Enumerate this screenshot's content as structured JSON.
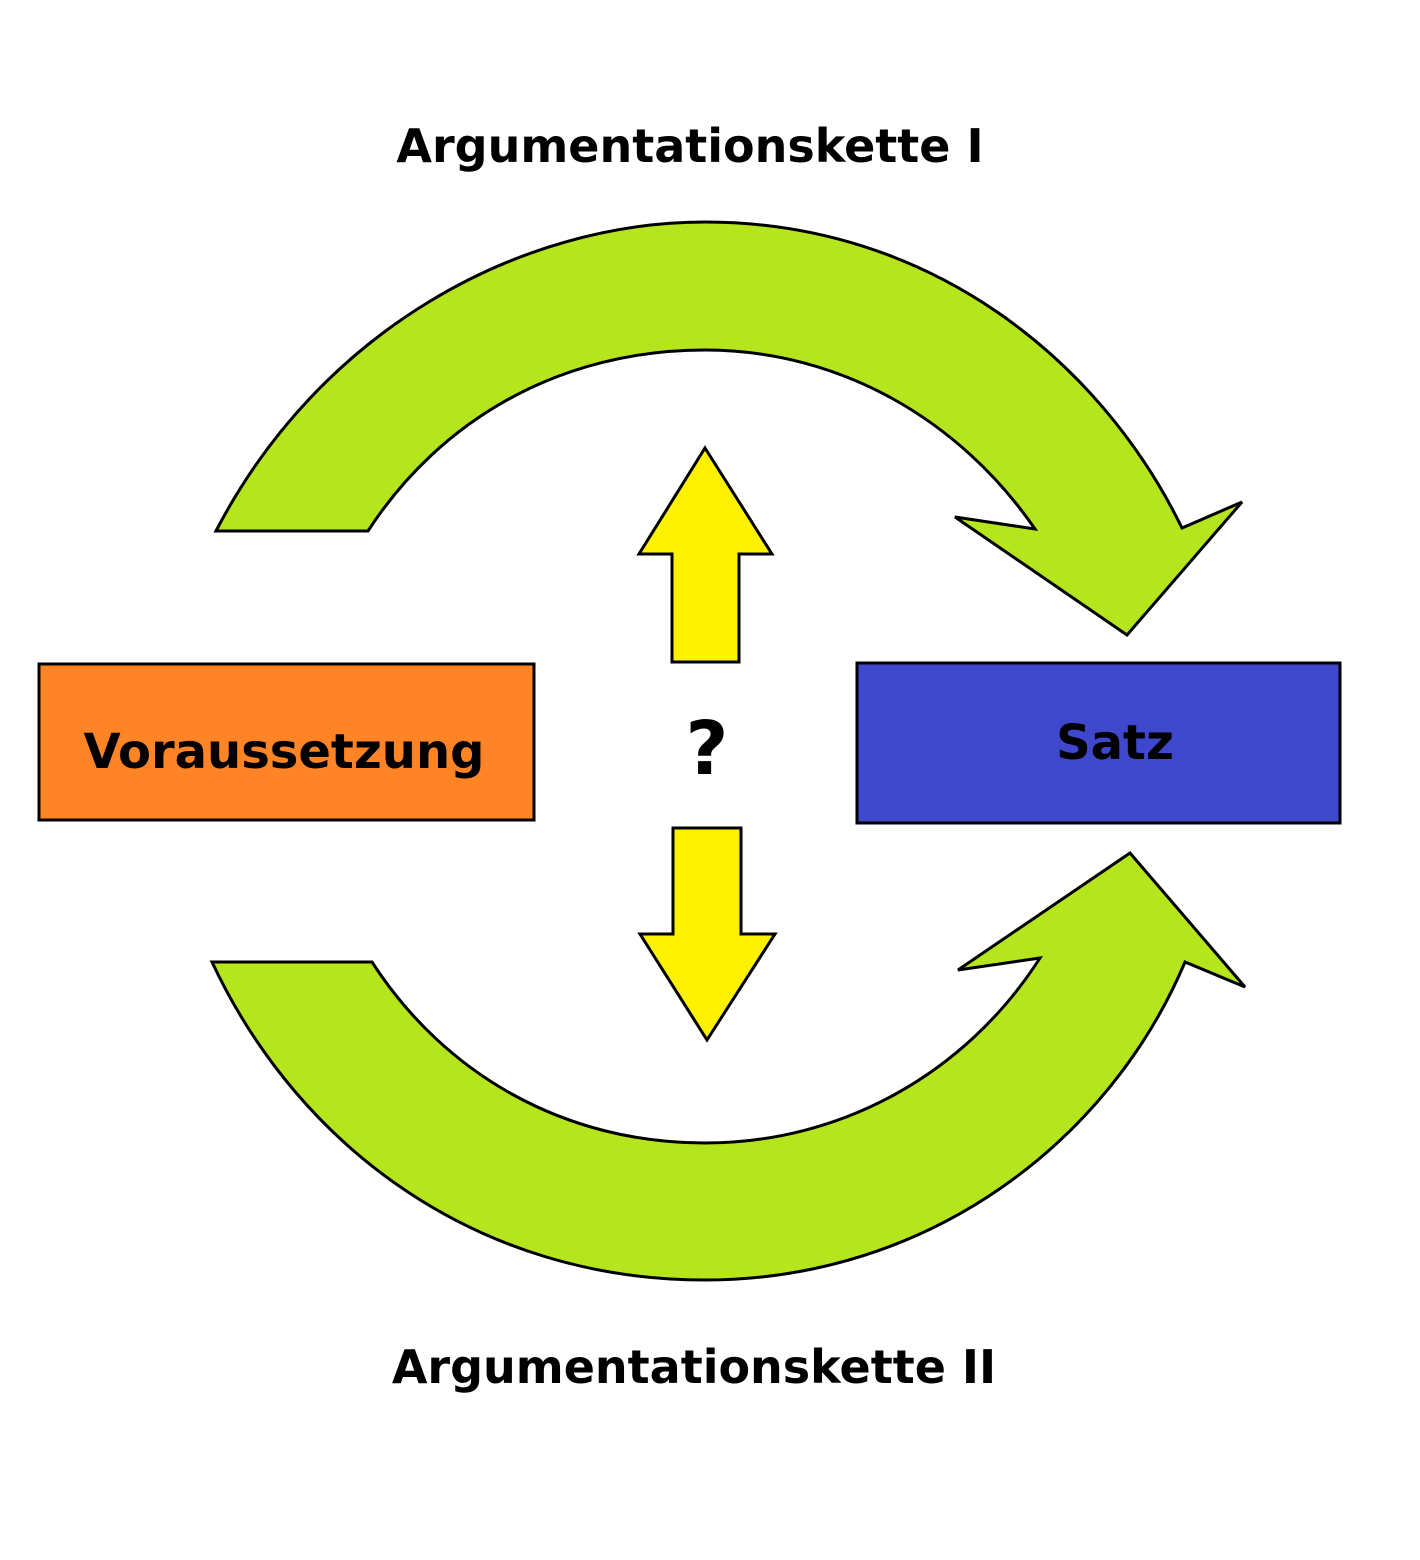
{
  "diagram": {
    "title_top": "Argumentationskette I",
    "title_bottom": "Argumentationskette II",
    "left_box": {
      "label": "Voraussetzung",
      "fill": "#FF8426"
    },
    "right_box": {
      "label": "Satz",
      "fill": "#3F48CC"
    },
    "center_mark": "?",
    "colors": {
      "cycle_arrows": "#B5E61D",
      "center_arrows": "#FFF200",
      "outline": "#000000",
      "background": "#FFFFFF"
    },
    "icons": {
      "top_arrow": "curved-arrow-right-icon",
      "bottom_arrow": "curved-arrow-up-right-icon",
      "up_arrow": "arrow-up-icon",
      "down_arrow": "arrow-down-icon"
    }
  }
}
